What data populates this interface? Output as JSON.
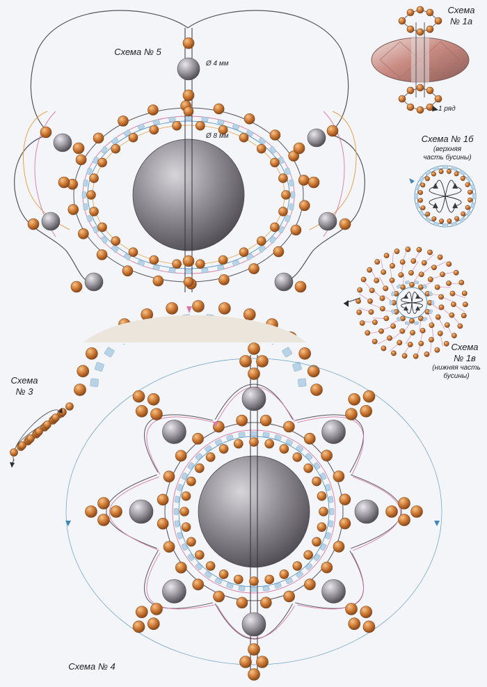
{
  "labels": {
    "scheme5": "Схема № 5",
    "d4": "Ø 4 мм",
    "d8": "Ø 8 мм",
    "scheme1a_line1": "Схема",
    "scheme1a_line2": "№ 1а",
    "row1": "1 ряд",
    "scheme1b_title": "Схема № 1б",
    "scheme1b_sub1": "(верхняя",
    "scheme1b_sub2": "часть бусины)",
    "scheme1v_line1": "Схема",
    "scheme1v_line2": "№ 1в",
    "scheme1v_sub1": "(нижняя часть",
    "scheme1v_sub2": "бусины)",
    "scheme3_line1": "Схема",
    "scheme3_line2": "№ 3",
    "scheme4": "Схема № 4"
  },
  "colors": {
    "background": "#f4f5f8",
    "bead_orange": "#c9742f",
    "bead_gray": "#8d8a90",
    "thread_gray": "#55525c",
    "thread_pink": "#d77aa6",
    "thread_blue": "#3f86b8",
    "thread_orange": "#e6a24a",
    "seed_bead_blue": "#b7d3e8"
  }
}
